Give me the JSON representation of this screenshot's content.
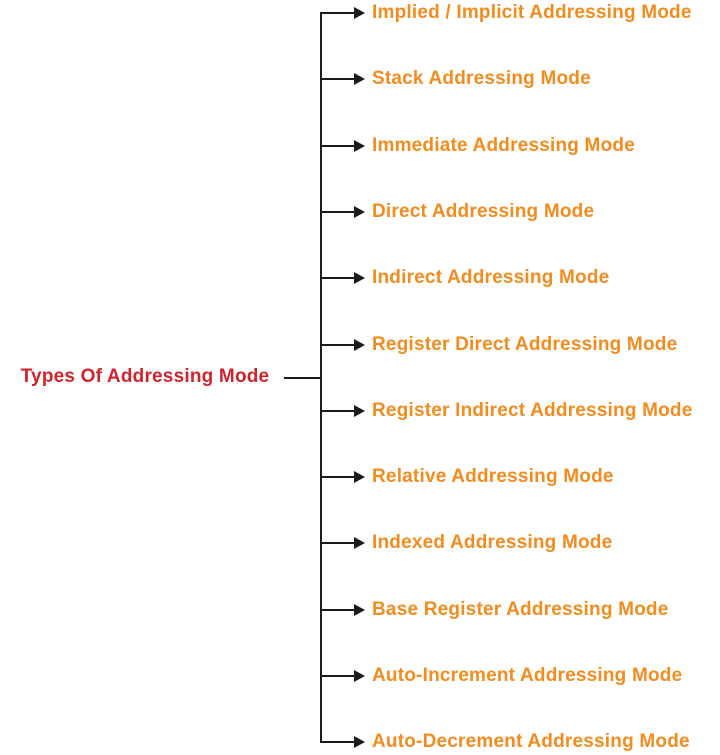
{
  "diagram": {
    "root_label": "Types Of Addressing Mode",
    "items": [
      {
        "label": "Implied / Implicit Addressing Mode"
      },
      {
        "label": "Stack Addressing Mode"
      },
      {
        "label": "Immediate Addressing Mode"
      },
      {
        "label": "Direct Addressing Mode"
      },
      {
        "label": "Indirect Addressing Mode"
      },
      {
        "label": "Register Direct Addressing Mode"
      },
      {
        "label": "Register Indirect Addressing Mode"
      },
      {
        "label": "Relative Addressing Mode"
      },
      {
        "label": "Indexed Addressing Mode"
      },
      {
        "label": "Base Register Addressing Mode"
      },
      {
        "label": "Auto-Increment Addressing Mode"
      },
      {
        "label": "Auto-Decrement Addressing Mode"
      }
    ],
    "colors": {
      "root_text": "#d0242c",
      "item_text": "#f28c1e",
      "line": "#1c1c1c"
    }
  }
}
